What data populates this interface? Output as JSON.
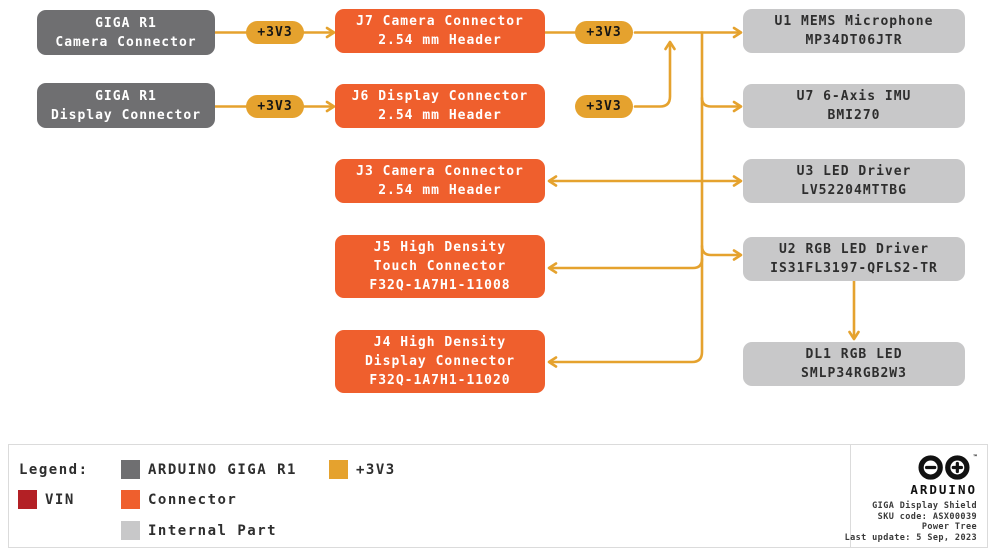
{
  "nodes": {
    "src_camera": {
      "l1": "GIGA R1",
      "l2": "Camera Connector"
    },
    "src_display": {
      "l1": "GIGA R1",
      "l2": "Display Connector"
    },
    "j7": {
      "l1": "J7 Camera Connector",
      "l2": "2.54 mm Header"
    },
    "j6": {
      "l1": "J6 Display Connector",
      "l2": "2.54 mm Header"
    },
    "j3": {
      "l1": "J3 Camera Connector",
      "l2": "2.54 mm Header"
    },
    "j5": {
      "l1": "J5 High Density",
      "l2": "Touch Connector",
      "l3": "F32Q-1A7H1-11008"
    },
    "j4": {
      "l1": "J4 High Density",
      "l2": "Display Connector",
      "l3": "F32Q-1A7H1-11020"
    },
    "u1": {
      "l1": "U1 MEMS Microphone",
      "l2": "MP34DT06JTR"
    },
    "u7": {
      "l1": "U7 6-Axis IMU",
      "l2": "BMI270"
    },
    "u3": {
      "l1": "U3 LED Driver",
      "l2": "LV52204MTTBG"
    },
    "u2": {
      "l1": "U2 RGB LED Driver",
      "l2": "IS31FL3197-QFLS2-TR"
    },
    "dl1": {
      "l1": "DL1 RGB LED",
      "l2": "SMLP34RGB2W3"
    }
  },
  "rail": {
    "label": "+3V3"
  },
  "legend": {
    "title": "Legend:",
    "items": [
      {
        "label": "ARDUINO GIGA R1",
        "color": "#6F6F71"
      },
      {
        "label": "+3V3",
        "color": "#E5A22E"
      },
      {
        "label": "VIN",
        "color": "#B32025"
      },
      {
        "label": "Connector",
        "color": "#EF5F2D"
      },
      {
        "label": "Internal Part",
        "color": "#C8C8C9"
      }
    ]
  },
  "brand": {
    "name": "ARDUINO",
    "tm": "™",
    "info": [
      "GIGA Display Shield",
      "SKU code: ASX00039",
      "Power Tree",
      "Last update: 5 Sep, 2023"
    ]
  },
  "colors": {
    "arduino_gray": "#6F6F71",
    "connector_orange": "#EF5F2D",
    "rail_amber": "#E5A22E",
    "internal_gray": "#C8C8C9",
    "vin_red": "#B32025",
    "text_dark": "#2E2E2E"
  }
}
